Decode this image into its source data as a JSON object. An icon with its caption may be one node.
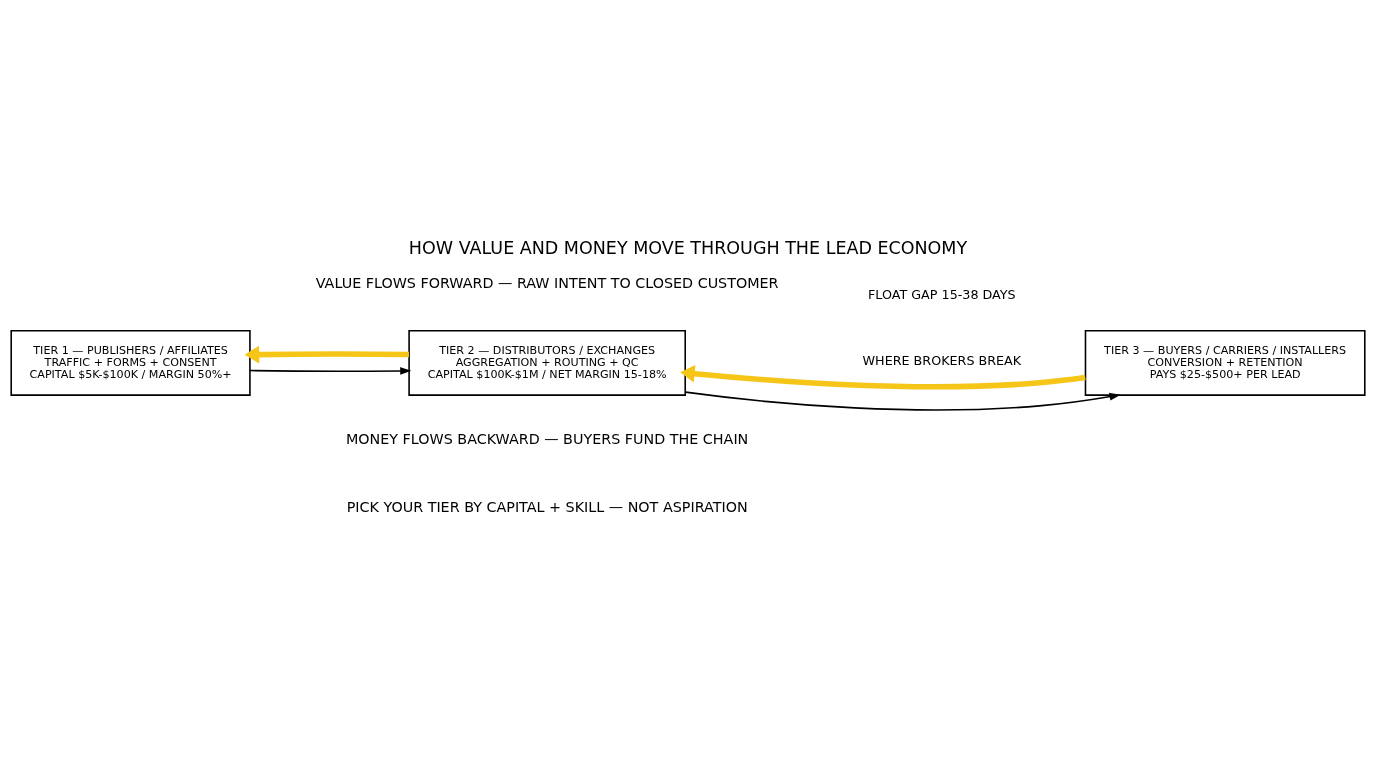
{
  "diagram": {
    "title": "HOW VALUE AND MONEY MOVE THROUGH THE LEAD ECONOMY",
    "nodes": [
      {
        "text": [
          "TIER 1 — PUBLISHERS / AFFILIATES",
          "TRAFFIC + FORMS + CONSENT",
          "CAPITAL $5K-$100K / MARGIN 50%+"
        ]
      },
      {
        "text": [
          "TIER 2 — DISTRIBUTORS / EXCHANGES",
          "AGGREGATION + ROUTING + QC",
          "CAPITAL $100K-$1M / NET MARGIN 15-18%"
        ]
      },
      {
        "text": [
          "TIER 3 — BUYERS / CARRIERS / INSTALLERS",
          "CONVERSION + RETENTION",
          "PAYS $25-$500+ PER LEAD"
        ]
      }
    ],
    "edges": [
      {
        "from": 0,
        "to": 1,
        "arrow": "to"
      },
      {
        "from": 1,
        "to": 2,
        "arrow": "to"
      },
      {
        "from": 2,
        "to": 1,
        "arrow": "to",
        "style": "thick",
        "color": "#f5c518"
      },
      {
        "from": 1,
        "to": 0,
        "arrow": "to",
        "style": "thick",
        "color": "#f5c518"
      }
    ],
    "labels": [
      "VALUE FLOWS FORWARD — RAW INTENT TO CLOSED CUSTOMER",
      "FLOAT GAP 15-38 DAYS",
      "WHERE BROKERS BREAK",
      "MONEY FLOWS BACKWARD — BUYERS FUND THE CHAIN",
      "PICK YOUR TIER BY CAPITAL + SKILL — NOT ASPIRATION"
    ]
  }
}
